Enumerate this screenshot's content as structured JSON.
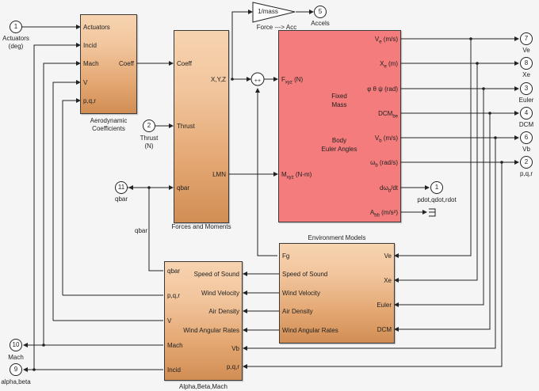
{
  "colors": {
    "tan_top": "#f7d3b0",
    "tan_bottom": "#d18e54",
    "red_block": "#f47c7c",
    "wire": "#222222",
    "background": "#f5f5f5"
  },
  "inports": [
    {
      "num": "1",
      "label": "Actuators\n(deg)",
      "label_l1": "Actuators",
      "label_l2": "(deg)"
    },
    {
      "num": "2",
      "label_l1": "Thrust",
      "label_l2": "(N)"
    }
  ],
  "outports": {
    "accels": {
      "num": "5",
      "label": "Accels"
    },
    "ve": {
      "num": "7",
      "label": "Ve"
    },
    "xe": {
      "num": "8",
      "label": "Xe"
    },
    "euler": {
      "num": "3",
      "label": "Euler"
    },
    "dcm": {
      "num": "4",
      "label": "DCM"
    },
    "vb": {
      "num": "6",
      "label": "Vb"
    },
    "pqr": {
      "num": "2",
      "label": "p,q,r"
    },
    "pdot": {
      "num": "1",
      "label": "pdot,qdot,rdot"
    },
    "qbar": {
      "num": "11",
      "label": "qbar"
    },
    "mach": {
      "num": "10",
      "label": "Mach"
    },
    "alpha": {
      "num": "9",
      "label": "alpha,beta"
    }
  },
  "aero": {
    "title_l1": "Aerodynamic",
    "title_l2": "Coefficients",
    "inputs": [
      "Actuators",
      "Incid",
      "Mach",
      "V",
      "p,q,r"
    ],
    "output": "Coeff"
  },
  "forces": {
    "title": "Forces and Moments",
    "inputs": [
      "Coeff",
      "Thrust",
      "qbar"
    ],
    "outputs": [
      "X,Y,Z",
      "LMN"
    ]
  },
  "gain": {
    "text": "1/mass",
    "label": "Force ---> Acc"
  },
  "sum": {
    "signs": "++"
  },
  "eom": {
    "inputs": [
      {
        "main": "F",
        "sub": "xyz",
        "rest": " (N)"
      },
      {
        "main": "M",
        "sub": "xyz",
        "rest": " (N-m)"
      }
    ],
    "outputs": [
      {
        "main": "V",
        "sub": "e",
        "rest": " (m/s)"
      },
      {
        "main": "X",
        "sub": "e",
        "rest": " (m)"
      },
      {
        "main": "φ θ ψ (rad)",
        "sub": "",
        "rest": ""
      },
      {
        "main": "DCM",
        "sub": "be",
        "rest": ""
      },
      {
        "main": "V",
        "sub": "b",
        "rest": " (m/s)"
      },
      {
        "main": "ω",
        "sub": "b",
        "rest": " (rad/s)"
      },
      {
        "main": "dω",
        "sub": "b",
        "rest": "/dt"
      },
      {
        "main": "A",
        "sub": "bb",
        "rest": " (m/s²)"
      }
    ],
    "center_top_l1": "Fixed",
    "center_top_l2": "Mass",
    "center_bottom_l1": "Body",
    "center_bottom_l2": "Euler Angles"
  },
  "env": {
    "title": "Environment Models",
    "inputs": [
      "Fg",
      "Speed of Sound",
      "Wind Velocity",
      "Air Density",
      "Wind Angular Rates"
    ],
    "outputs": [
      "Ve",
      "Xe",
      "Euler",
      "DCM"
    ]
  },
  "abm": {
    "title": "Alpha,Beta,Mach",
    "left": [
      "qbar",
      "p,q,r",
      "V",
      "Mach",
      "Incid"
    ],
    "right": [
      "Speed of Sound",
      "Wind Velocity",
      "Air Density",
      "Wind Angular Rates",
      "Vb",
      "p,q,r"
    ]
  },
  "wire_labels": {
    "qbar": "qbar"
  }
}
